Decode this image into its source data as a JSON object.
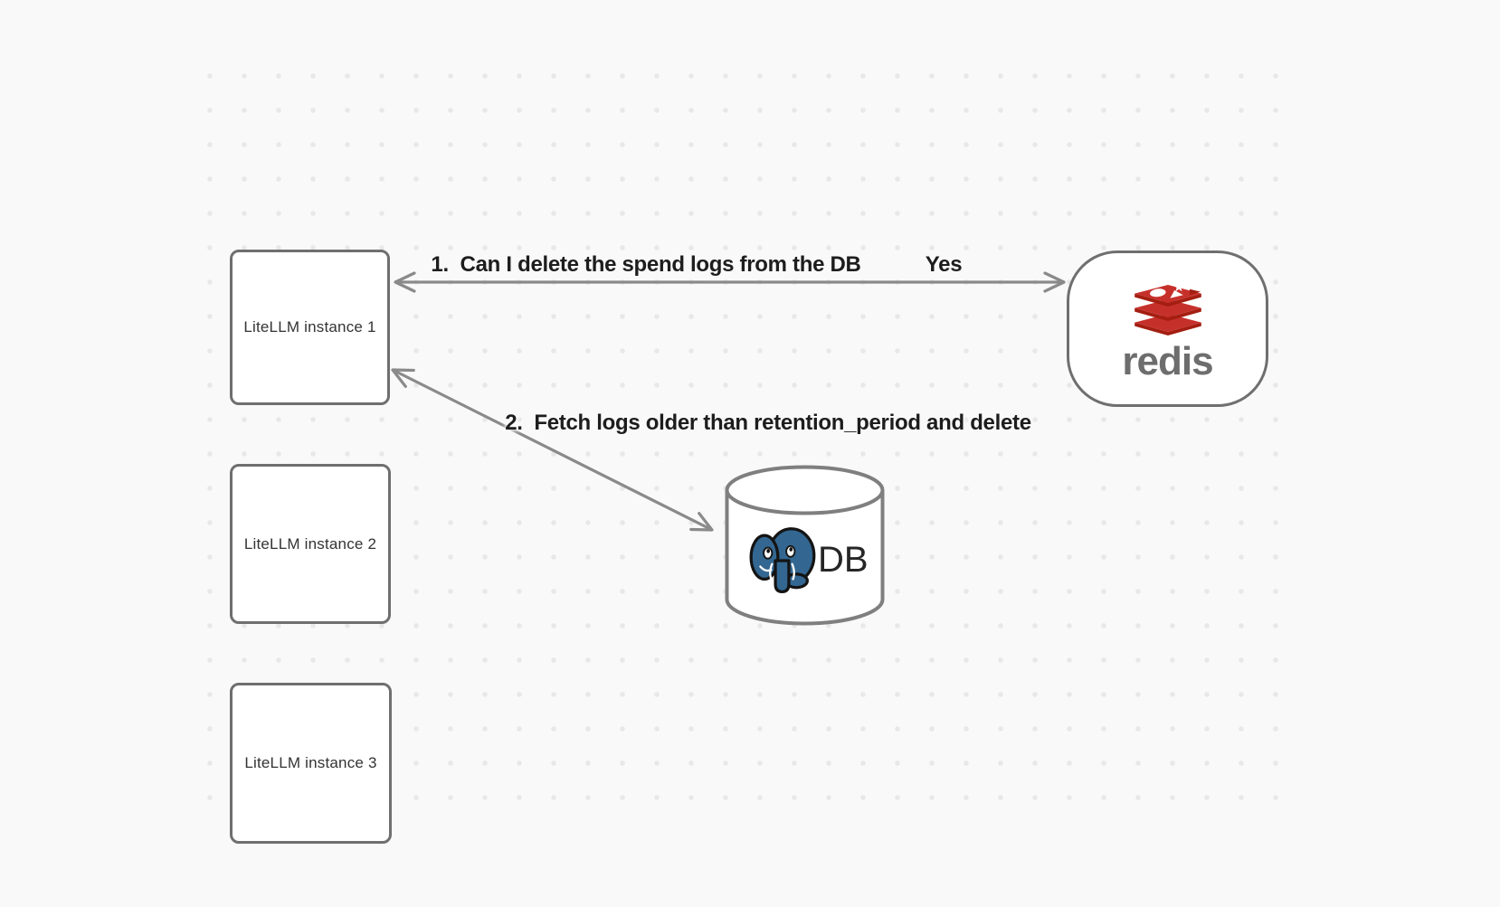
{
  "canvas": {
    "type": "diagram-whiteboard",
    "grid": "dotted"
  },
  "nodes": {
    "instances": [
      {
        "label": "LiteLLM instance 1"
      },
      {
        "label": "LiteLLM instance 2"
      },
      {
        "label": "LiteLLM instance 3"
      }
    ],
    "redis": {
      "label": "redis"
    },
    "db": {
      "label": "DB"
    }
  },
  "arrows": [
    {
      "from": "LiteLLM instance 1",
      "to": "redis",
      "style": "double-headed",
      "label": "1.  Can I delete the spend logs from the DB",
      "response": "Yes"
    },
    {
      "from": "LiteLLM instance 1",
      "to": "DB",
      "style": "double-headed",
      "label": "2.  Fetch logs older than retention_period and delete"
    }
  ],
  "colors": {
    "background": "#f9f9f9",
    "dot": "#e8e8e8",
    "shape_border": "#6f6f6f",
    "arrow": "#8a8a8a",
    "label_text": "#1d1d1d",
    "node_text": "#333333",
    "redis_red": "#C6302B",
    "redis_red_dark": "#A41E11",
    "redis_wordmark": "#6d6d6d",
    "postgres_blue": "#336791",
    "db_text": "#262626"
  }
}
